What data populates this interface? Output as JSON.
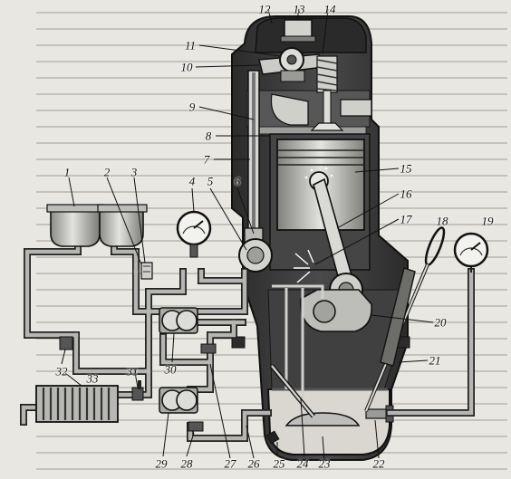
{
  "labels": [
    "1",
    "2",
    "3",
    "4",
    "5",
    "6",
    "7",
    "8",
    "9",
    "10",
    "11",
    "12",
    "13",
    "14",
    "15",
    "16",
    "17",
    "18",
    "19",
    "20",
    "21",
    "22",
    "23",
    "24",
    "25",
    "26",
    "27",
    "28",
    "29",
    "30",
    "31",
    "32",
    "33"
  ],
  "colors": {
    "engine_body": "#3a3a3a",
    "engine_dark": "#1f1f1f",
    "metal_light": "#cfcfcc",
    "metal_mid": "#9a9a96",
    "oil": "#d9d7d0",
    "pipe": "#a9a9a5",
    "background": "#e9e7e2"
  },
  "icons": [
    "pressure-gauge-icon",
    "oil-filter-icon",
    "oil-pump-icon",
    "radiator-icon",
    "dipstick-icon",
    "valve-icon"
  ]
}
